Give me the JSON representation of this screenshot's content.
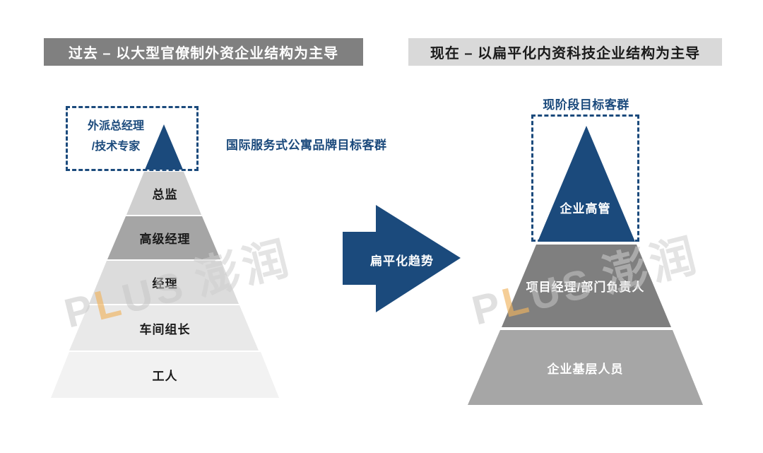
{
  "headers": {
    "left": "过去 – 以大型官僚制外资企业结构为主导",
    "right": "现在 – 以扁平化内资科技企业结构为主导"
  },
  "colors": {
    "accent_blue": "#1b4a7c",
    "header_left_bg": "#808080",
    "header_left_text": "#ffffff",
    "header_right_bg": "#d9d9d9",
    "header_right_text": "#1a1a1a"
  },
  "left_pyramid": {
    "callout_line1": "外派总经理",
    "callout_line2": "/技术专家",
    "annotation": "国际服务式公寓品牌目标客群",
    "layers": [
      {
        "label": "",
        "color": "#1b4a7c"
      },
      {
        "label": "总监",
        "color": "#cfcfcf"
      },
      {
        "label": "高级经理",
        "color": "#a5a5a5"
      },
      {
        "label": "经理",
        "color": "#dcdcdc"
      },
      {
        "label": "车间组长",
        "color": "#e9e9e9"
      },
      {
        "label": "工人",
        "color": "#f2f2f2"
      }
    ]
  },
  "arrow": {
    "label": "扁平化趋势",
    "color": "#1b4a7c"
  },
  "right_pyramid": {
    "title": "现阶段目标客群",
    "layers": [
      {
        "label": "企业高管",
        "color": "#1b4a7c"
      },
      {
        "label": "项目经理/部门负责人",
        "color": "#7f7f7f"
      },
      {
        "label": "企业基层人员",
        "color": "#a6a6a6"
      }
    ]
  },
  "watermark": {
    "letters": [
      "P",
      "L",
      "U",
      "S"
    ],
    "cjk": "澎润"
  }
}
